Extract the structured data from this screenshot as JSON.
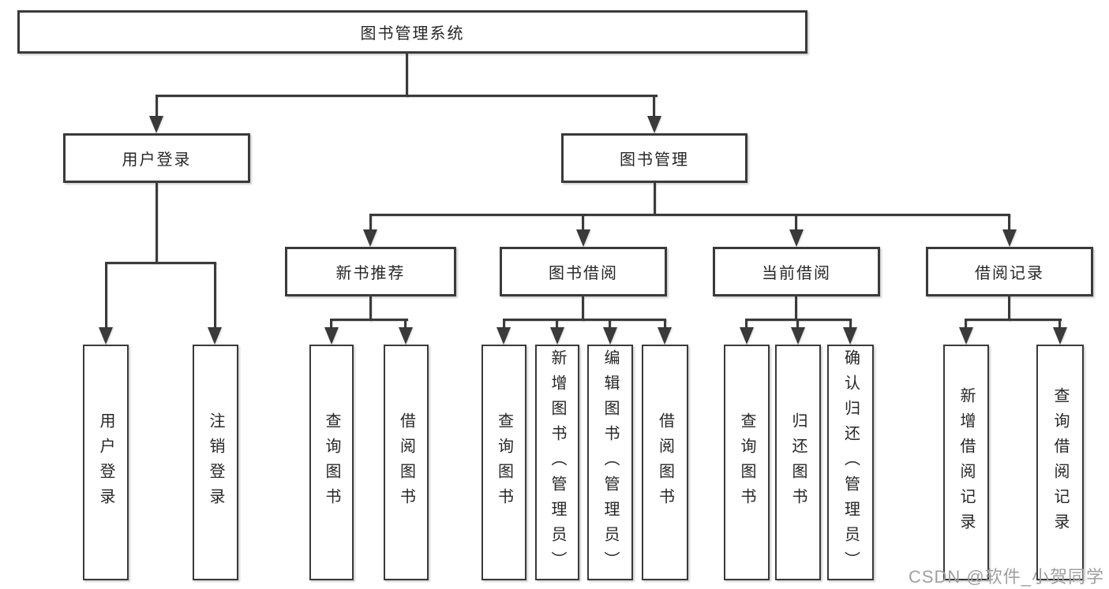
{
  "tree": {
    "label": "图书管理系统",
    "children": [
      {
        "label": "用户登录",
        "children": [
          {
            "label": "用户登录"
          },
          {
            "label": "注销登录"
          }
        ]
      },
      {
        "label": "图书管理",
        "children": [
          {
            "label": "新书推荐",
            "children": [
              {
                "label": "查询图书"
              },
              {
                "label": "借阅图书"
              }
            ]
          },
          {
            "label": "图书借阅",
            "children": [
              {
                "label": "查询图书"
              },
              {
                "label": "新增图书（管理员）"
              },
              {
                "label": "编辑图书（管理员）"
              },
              {
                "label": "借阅图书"
              }
            ]
          },
          {
            "label": "当前借阅",
            "children": [
              {
                "label": "查询图书"
              },
              {
                "label": "归还图书"
              },
              {
                "label": "确认归还（管理员）"
              }
            ]
          },
          {
            "label": "借阅记录",
            "children": [
              {
                "label": "新增借阅记录"
              },
              {
                "label": "查询借阅记录"
              }
            ]
          }
        ]
      }
    ]
  },
  "watermark": {
    "text": "CSDN @软件_小贺同学"
  },
  "colors": {
    "line": "#3a3a3a",
    "box_border": "#3a3a3a",
    "box_fill": "#ffffff",
    "text": "#262626",
    "watermark": "#9f9f9f",
    "background": "#ffffff"
  }
}
